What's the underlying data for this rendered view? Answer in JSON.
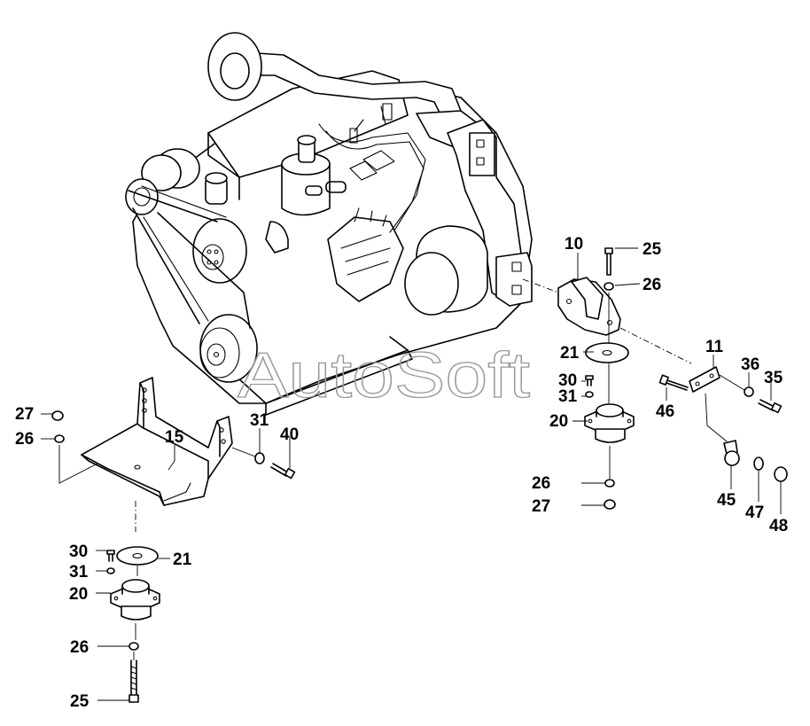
{
  "watermark": "AutoSoft",
  "callouts": [
    {
      "id": "c-10",
      "text": "10"
    },
    {
      "id": "c-25a",
      "text": "25"
    },
    {
      "id": "c-26a",
      "text": "26"
    },
    {
      "id": "c-11",
      "text": "11"
    },
    {
      "id": "c-21a",
      "text": "21"
    },
    {
      "id": "c-30a",
      "text": "30"
    },
    {
      "id": "c-31a",
      "text": "31"
    },
    {
      "id": "c-20a",
      "text": "20"
    },
    {
      "id": "c-36",
      "text": "36"
    },
    {
      "id": "c-35",
      "text": "35"
    },
    {
      "id": "c-46",
      "text": "46"
    },
    {
      "id": "c-26b",
      "text": "26"
    },
    {
      "id": "c-27a",
      "text": "27"
    },
    {
      "id": "c-45",
      "text": "45"
    },
    {
      "id": "c-47",
      "text": "47"
    },
    {
      "id": "c-48",
      "text": "48"
    },
    {
      "id": "c-27b",
      "text": "27"
    },
    {
      "id": "c-26c",
      "text": "26"
    },
    {
      "id": "c-15",
      "text": "15"
    },
    {
      "id": "c-31b",
      "text": "31"
    },
    {
      "id": "c-40",
      "text": "40"
    },
    {
      "id": "c-30b",
      "text": "30"
    },
    {
      "id": "c-21b",
      "text": "21"
    },
    {
      "id": "c-31c",
      "text": "31"
    },
    {
      "id": "c-20b",
      "text": "20"
    },
    {
      "id": "c-26d",
      "text": "26"
    },
    {
      "id": "c-25b",
      "text": "25"
    }
  ]
}
